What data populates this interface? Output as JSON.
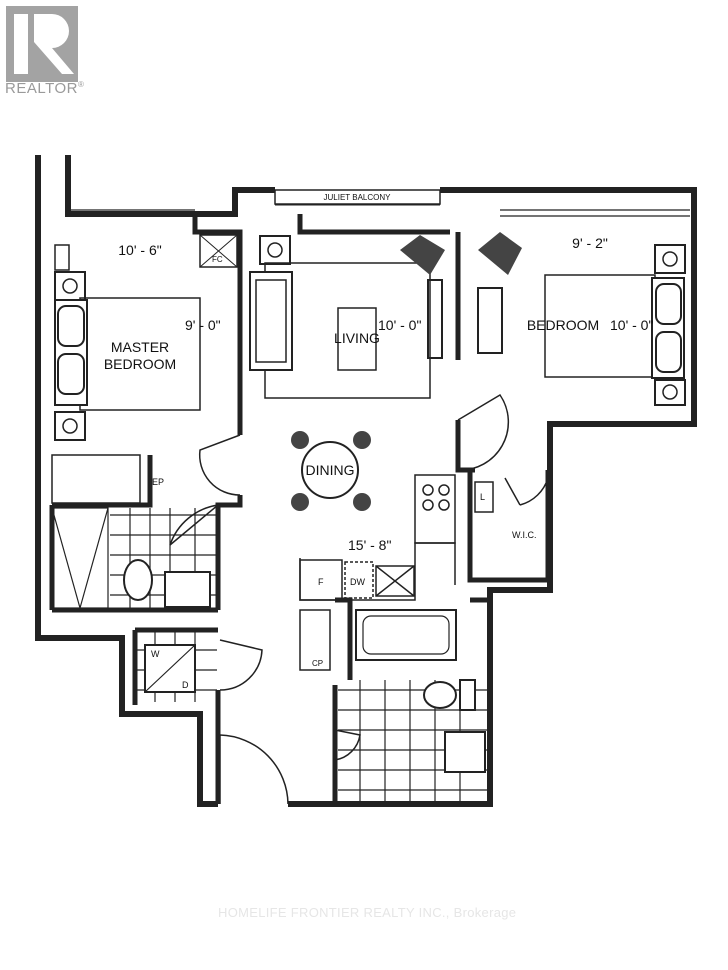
{
  "logo": {
    "text": "REALTOR",
    "mark": "®"
  },
  "plan": {
    "balcony": "JULIET BALCONY",
    "master_bedroom": {
      "name_line1": "MASTER",
      "name_line2": "BEDROOM",
      "width": "10' - 6\"",
      "depth": "9' - 0\""
    },
    "living": {
      "name": "LIVING",
      "depth": "10' - 0\""
    },
    "bedroom": {
      "name": "BEDROOM",
      "width": "9' - 2\"",
      "depth": "10' - 0\""
    },
    "dining": {
      "name": "DINING"
    },
    "kitchen": {
      "length": "15' - 8\""
    },
    "labels": {
      "fc": "FC",
      "ep": "EP",
      "linen": "L",
      "wic": "W.I.C.",
      "fridge": "F",
      "dishwasher": "DW",
      "cp": "CP",
      "washer": "W",
      "dryer": "D"
    }
  },
  "watermark": "HOMELIFE FRONTIER REALTY INC., Brokerage"
}
